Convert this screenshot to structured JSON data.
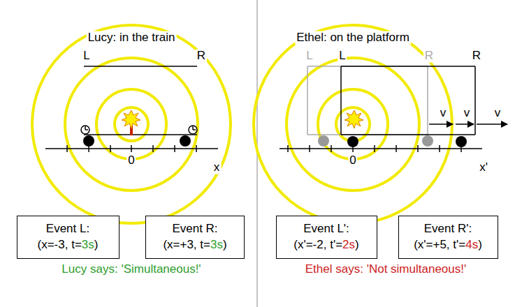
{
  "diagram": {
    "nodes": [
      {
        "text": [
          "Event L:",
          "(x=-3, t=3s)"
        ]
      },
      {
        "text": [
          "Event R:",
          "(x=+3, t=3s)"
        ]
      },
      {
        "text": [
          "Event L':",
          "(x'=-2, t'=2s)"
        ]
      },
      {
        "text": [
          "Event R':",
          "(x'=+5, t'=4s)"
        ]
      }
    ],
    "labels": [
      "Lucy: in the train",
      "L",
      "R",
      "0",
      "x",
      "Lucy says: 'Simultaneous!'",
      "Ethel: on the platform",
      "L",
      "L",
      "R",
      "R",
      "v",
      "v",
      "v",
      "0",
      "x'",
      "Ethel says: 'Not simultaneous!'"
    ]
  }
}
